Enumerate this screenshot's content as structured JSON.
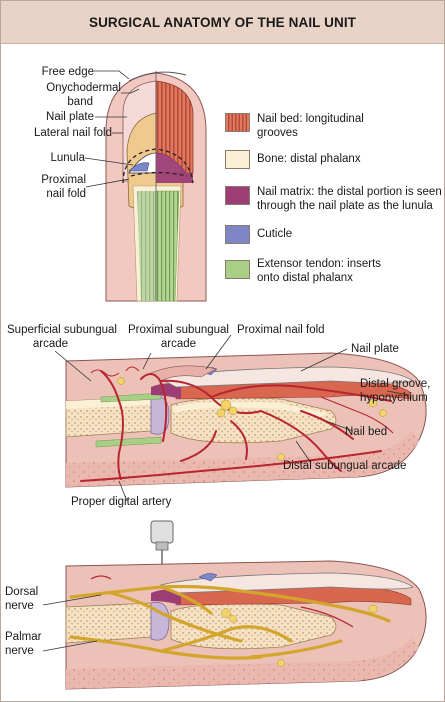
{
  "title": "SURGICAL ANATOMY OF THE NAIL UNIT",
  "panel1": {
    "labels": {
      "free_edge": "Free edge",
      "onychodermal_1": "Onychodermal",
      "onychodermal_2": "band",
      "nail_plate": "Nail plate",
      "lateral_nail_fold": "Lateral nail fold",
      "lunula": "Lunula",
      "proximal_1": "Proximal",
      "proximal_2": "nail fold"
    },
    "legend": [
      {
        "line1": "Nail bed: longitudinal",
        "line2": "grooves",
        "color": "#d9674f"
      },
      {
        "line1": "Bone: distal phalanx",
        "line2": "",
        "color": "#fbf0d6"
      },
      {
        "line1": "Nail matrix: the distal portion is seen",
        "line2": "through the nail plate as the lunula",
        "color": "#9c3d75"
      },
      {
        "line1": "Cuticle",
        "line2": "",
        "color": "#7d86c6"
      },
      {
        "line1": "Extensor tendon: inserts",
        "line2": "onto distal phalanx",
        "color": "#a9cf87"
      }
    ]
  },
  "panel2": {
    "labels": {
      "superficial_1": "Superficial subungual",
      "superficial_2": "arcade",
      "proximal_sub_1": "Proximal subungual",
      "proximal_sub_2": "arcade",
      "proximal_nail_fold": "Proximal nail fold",
      "nail_plate": "Nail plate",
      "distal_groove_1": "Distal groove,",
      "distal_groove_2": "hyponychium",
      "nail_bed": "Nail bed",
      "distal_subungual": "Distal subungual arcade",
      "proper_digital": "Proper digital artery"
    }
  },
  "panel3": {
    "labels": {
      "dorsal_1": "Dorsal",
      "dorsal_2": "nerve",
      "palmar_1": "Palmar",
      "palmar_2": "nerve"
    }
  },
  "colors": {
    "header_bg": "#e9d3c6",
    "skin": "#eec6bd",
    "skin_dark": "#d98e88",
    "artery": "#b8242f",
    "nerve": "#d4a52c",
    "bone": "#fbf0d6",
    "nail_bed": "#d9674f",
    "matrix": "#9c3d75",
    "cuticle": "#7d86c6",
    "tendon": "#a9cf87"
  }
}
